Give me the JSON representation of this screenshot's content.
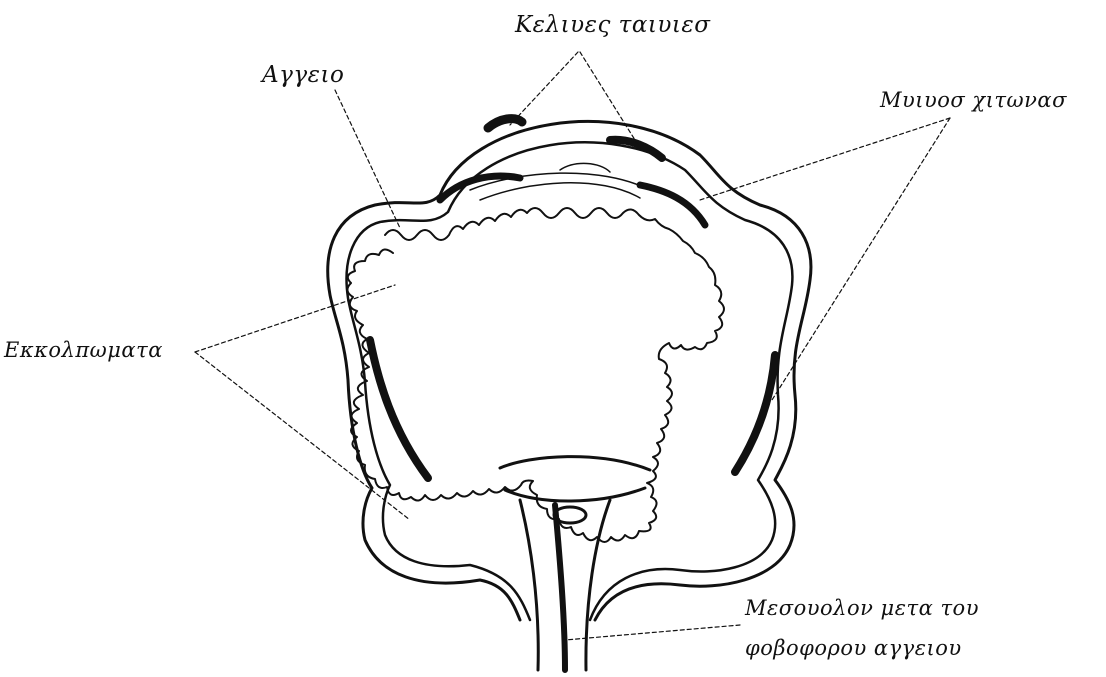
{
  "labels": {
    "taeniae": "Κελιυες ταιυιεσ",
    "vessel": "Αγγειο",
    "muscular_layer": "Μυιυοσ χιτωνασ",
    "folds": "Εκκολπωματα",
    "mesocolon_line1": "Μεσουολον μετα του",
    "mesocolon_line2": "φοβοφορου αγγειου"
  },
  "colors": {
    "ink": "#111111",
    "background": "#ffffff"
  }
}
